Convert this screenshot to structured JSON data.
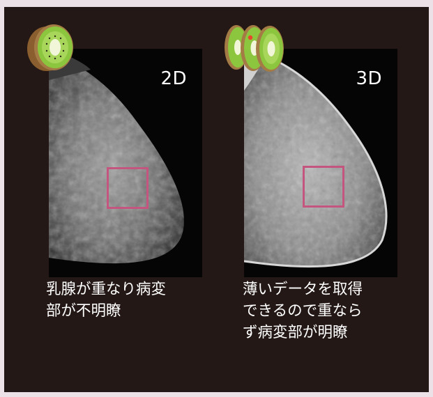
{
  "panels": [
    {
      "mode_label": "2D",
      "caption_lines": [
        "乳腺が重なり病変",
        "部が不明瞭"
      ],
      "kiwi_icon": "kiwi-half-icon"
    },
    {
      "mode_label": "3D",
      "caption_lines": [
        "薄いデータを取得",
        "できるので重なら",
        "ず病変部が明瞭"
      ],
      "kiwi_icon": "kiwi-slices-icon"
    }
  ],
  "colors": {
    "background": "#ede1e8",
    "card": "#231815",
    "roi_box": "#c4557e",
    "kiwi_green": "#8cc63f",
    "kiwi_skin": "#a57b45"
  }
}
